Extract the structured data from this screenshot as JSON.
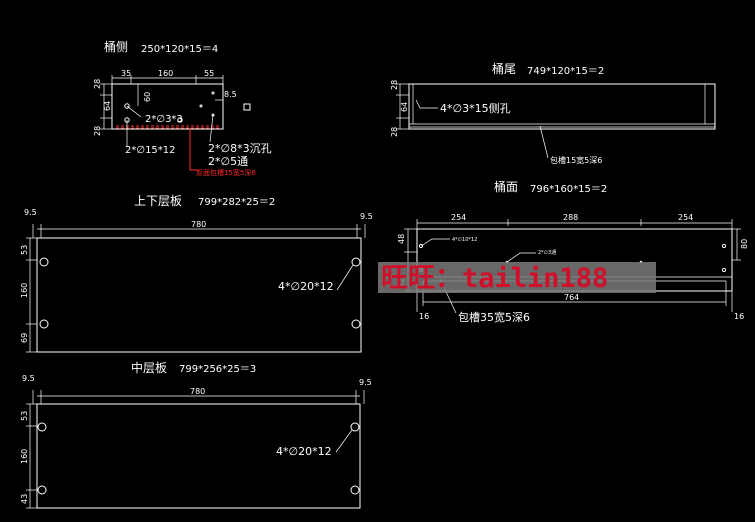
{
  "drawing": {
    "side_panel": {
      "title": "桶侧",
      "size": "250*120*15＝4",
      "dims": {
        "left_top": "28",
        "left_mid": "64",
        "left_bot": "28",
        "top_a": "35",
        "top_b": "160",
        "top_c": "55",
        "inner_v": "60",
        "inner_h": "8.5"
      },
      "notes": {
        "holes_a": "2*∅3*3",
        "holes_b": "2*∅15*12",
        "holes_c": "2*∅8*3沉孔",
        "holes_d": "2*∅5通",
        "groove": "反面包槽15宽5深6"
      }
    },
    "tail_panel": {
      "title": "桶尾",
      "size": "749*120*15＝2",
      "dims": {
        "left_top": "28",
        "left_mid": "64",
        "left_bot": "28"
      },
      "notes": {
        "holes": "4*∅3*15侧孔",
        "groove": "包槽15宽5深6"
      }
    },
    "face_panel": {
      "title": "桶面",
      "size": "796*160*15＝2",
      "dims": {
        "top_a": "254",
        "top_b": "288",
        "top_c": "254",
        "left_top": "48",
        "left_bot": "32",
        "right": "80",
        "bottom": "764",
        "corner_left": "16",
        "corner_right": "16"
      },
      "notes": {
        "holes_left": "4*∅10*12",
        "holes_mid": "2*∅3通",
        "groove": "包槽35宽5深6"
      }
    },
    "upper_lower_board": {
      "title": "上下层板",
      "size": "799*282*25＝2",
      "dims": {
        "margin_left": "9.5",
        "margin_right": "9.5",
        "width": "780",
        "left_top": "53",
        "left_mid": "160",
        "left_bot": "69"
      },
      "notes": {
        "holes": "4*∅20*12"
      }
    },
    "middle_board": {
      "title": "中层板",
      "size": "799*256*25＝3",
      "dims": {
        "margin_left": "9.5",
        "margin_right": "9.5",
        "width": "780",
        "left_top": "53",
        "left_mid": "160",
        "left_bot": "43"
      },
      "notes": {
        "holes": "4*∅20*12"
      }
    },
    "watermark": {
      "text": "旺旺：tailin188"
    }
  }
}
